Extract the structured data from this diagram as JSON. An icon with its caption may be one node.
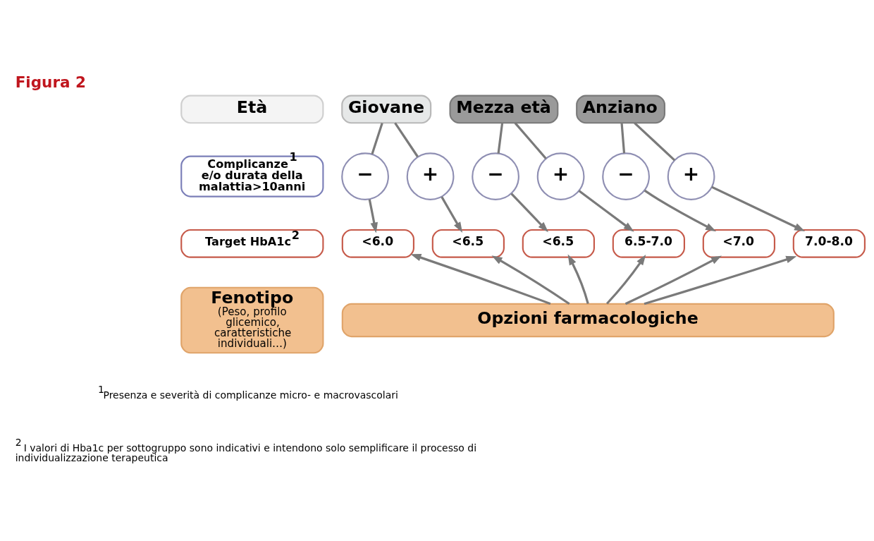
{
  "diagram": {
    "title": "Figura 2",
    "nodes": [
      {
        "text": [
          "Età"
        ]
      },
      {
        "text": [
          "Giovane"
        ]
      },
      {
        "text": [
          "Mezza età"
        ]
      },
      {
        "text": [
          "Anziano"
        ]
      },
      {
        "text": [
          "Complicanze$^{1}$ e/o durata della malattia>10anni"
        ]
      },
      {
        "text": [
          "−"
        ]
      },
      {
        "text": [
          "+"
        ]
      },
      {
        "text": [
          "−"
        ]
      },
      {
        "text": [
          "+"
        ]
      },
      {
        "text": [
          "−"
        ]
      },
      {
        "text": [
          "+"
        ]
      },
      {
        "text": [
          "Target HbA1c$^{2}$"
        ]
      },
      {
        "text": [
          "<6.0"
        ]
      },
      {
        "text": [
          "<6.5"
        ]
      },
      {
        "text": [
          "<6.5"
        ]
      },
      {
        "text": [
          "6.5-7.0"
        ]
      },
      {
        "text": [
          "<7.0"
        ]
      },
      {
        "text": [
          "7.0-8.0"
        ]
      },
      {
        "text": [
          "Fenotipo",
          "(Peso, profilo glicemico, caratteristiche individuali…)"
        ]
      },
      {
        "text": [
          "Opzioni farmacologiche"
        ]
      }
    ],
    "edges": [
      {
        "from": 1,
        "to": 5,
        "arrow": "none"
      },
      {
        "from": 1,
        "to": 6,
        "arrow": "none"
      },
      {
        "from": 2,
        "to": 7,
        "arrow": "none"
      },
      {
        "from": 2,
        "to": 8,
        "arrow": "none"
      },
      {
        "from": 3,
        "to": 9,
        "arrow": "none"
      },
      {
        "from": 3,
        "to": 10,
        "arrow": "none"
      },
      {
        "from": 5,
        "to": 12,
        "arrow": "to"
      },
      {
        "from": 6,
        "to": 13,
        "arrow": "to"
      },
      {
        "from": 7,
        "to": 14,
        "arrow": "to"
      },
      {
        "from": 8,
        "to": 15,
        "arrow": "to"
      },
      {
        "from": 9,
        "to": 16,
        "arrow": "to"
      },
      {
        "from": 10,
        "to": 17,
        "arrow": "to"
      },
      {
        "from": 19,
        "to": 12,
        "arrow": "to"
      },
      {
        "from": 19,
        "to": 13,
        "arrow": "to"
      },
      {
        "from": 19,
        "to": 14,
        "arrow": "to"
      },
      {
        "from": 19,
        "to": 15,
        "arrow": "to"
      },
      {
        "from": 19,
        "to": 16,
        "arrow": "to"
      },
      {
        "from": 19,
        "to": 17,
        "arrow": "to"
      }
    ],
    "labels": [
      "$^{1}$Presenza e severità di complicanze micro- e macrovascolari",
      "$^{2}$ I valori di Hba1c per sottogruppo sono indicativi e intendono solo semplificare il processo di individualizzazione terapeutica"
    ]
  }
}
